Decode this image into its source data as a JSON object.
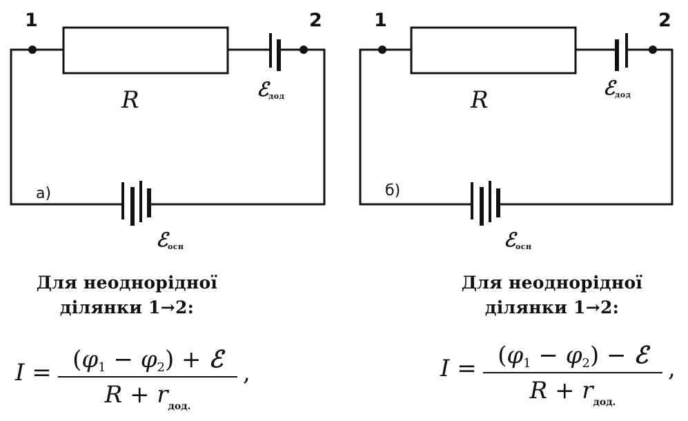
{
  "panels": [
    {
      "id": "a",
      "case_label": "а)",
      "node_left": "1",
      "node_right": "2",
      "resistor_label": "R",
      "emf_symbol": "ℰ",
      "emf_extra_sub": "дод",
      "emf_main_sub": "осн",
      "caption_line1": "Для неоднорідної",
      "caption_line2": "ділянки 1→2:",
      "formula": {
        "lhs": "I =",
        "num_open": "(",
        "phi1": "φ",
        "phi1_sub": "1",
        "minus": " − ",
        "phi2": "φ",
        "phi2_sub": "2",
        "num_close": ")",
        "operator": " + ",
        "emf": "ℰ",
        "den_r": "R",
        "den_plus": " + ",
        "den_small_r": "r",
        "den_sub": "дод.",
        "comma": ","
      }
    },
    {
      "id": "b",
      "case_label": "б)",
      "node_left": "1",
      "node_right": "2",
      "resistor_label": "R",
      "emf_symbol": "ℰ",
      "emf_extra_sub": "дод",
      "emf_main_sub": "осн",
      "caption_line1": "Для неоднорідної",
      "caption_line2": "ділянки 1→2:",
      "formula": {
        "lhs": "I =",
        "num_open": "(",
        "phi1": "φ",
        "phi1_sub": "1",
        "minus": " − ",
        "phi2": "φ",
        "phi2_sub": "2",
        "num_close": ")",
        "operator": " − ",
        "emf": "ℰ",
        "den_r": "R",
        "den_plus": " + ",
        "den_small_r": "r",
        "den_sub": "дод.",
        "comma": ","
      }
    }
  ]
}
